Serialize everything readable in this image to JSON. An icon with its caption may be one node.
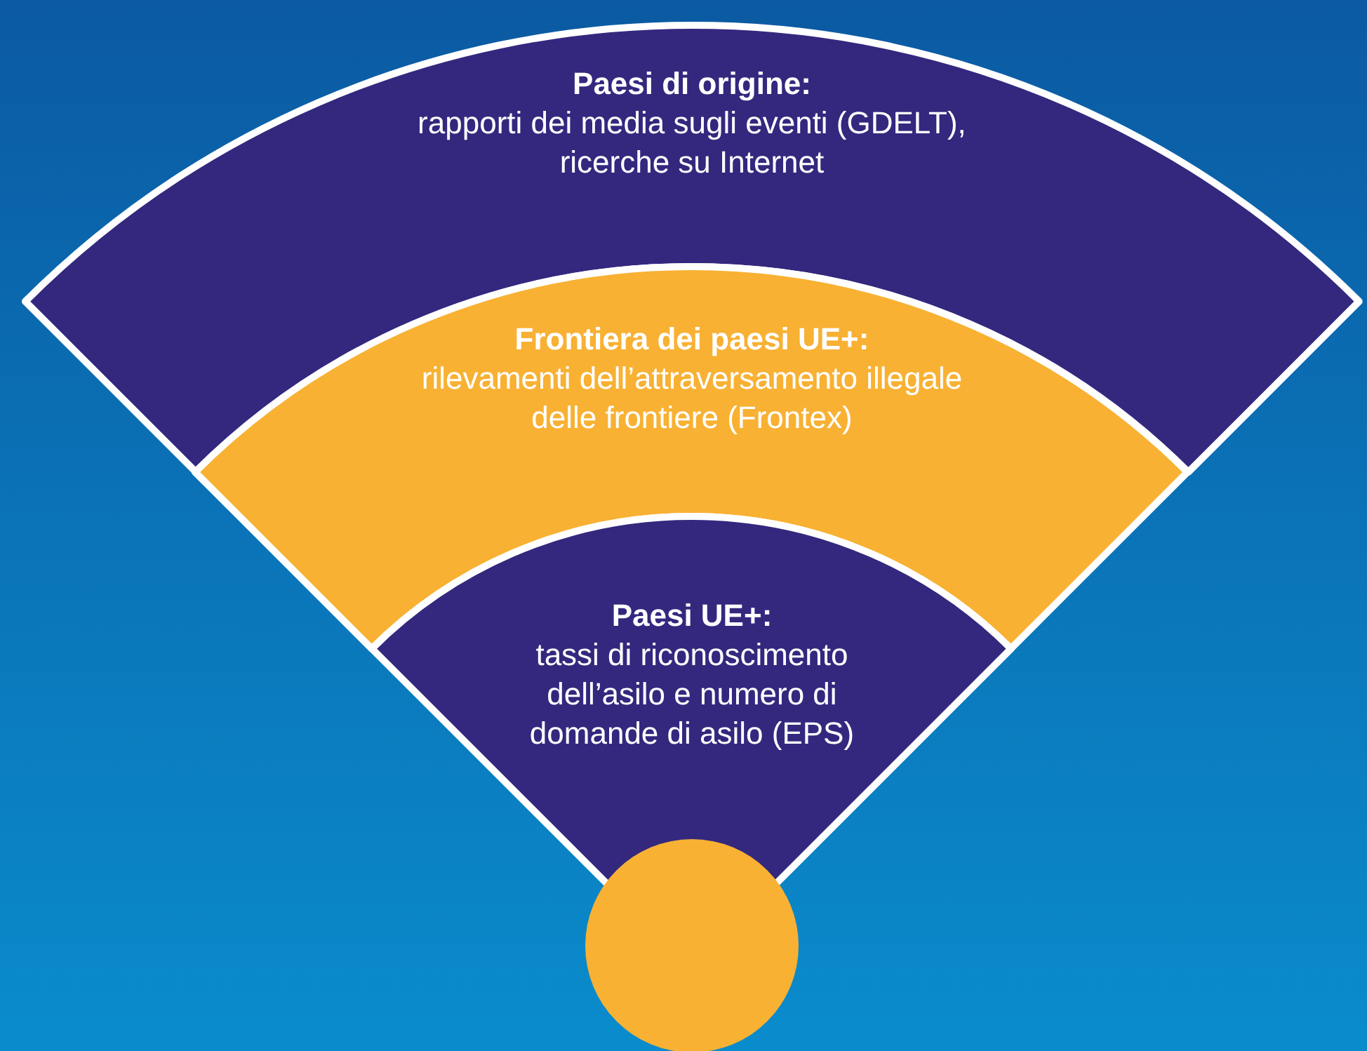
{
  "diagram": {
    "nodes": [
      {
        "text": [
          "Paesi di origine:",
          "rapporti dei media sugli eventi (GDELT), ricerche su Internet"
        ]
      },
      {
        "text": [
          "Frontiera dei paesi UE+:",
          "rilevamenti dell’attraversamento illegale delle frontiere (Frontex)"
        ]
      },
      {
        "text": [
          "Paesi UE+:",
          "tassi di riconoscimento dell’asilo e numero di domande di asilo (EPS)"
        ]
      },
      {
        "text": [],
        "shape": "circle"
      }
    ]
  }
}
